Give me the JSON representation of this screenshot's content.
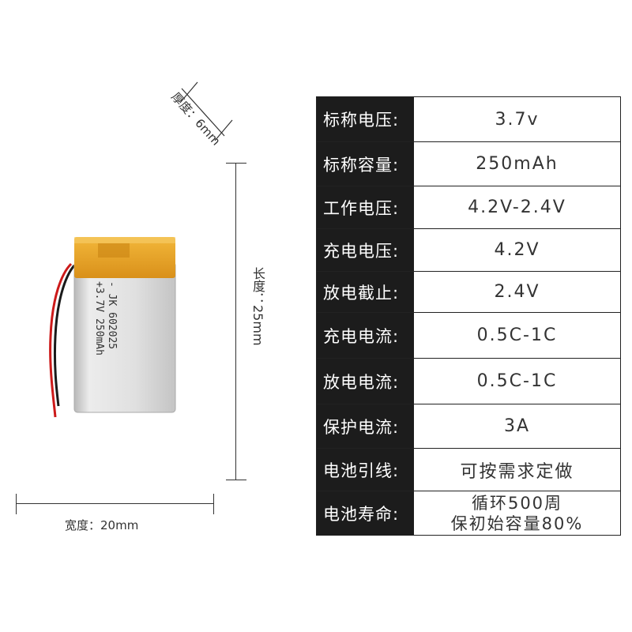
{
  "dimensions": {
    "thickness": "厚度：6mm",
    "length": "长度：25mm",
    "width": "宽度：20mm"
  },
  "battery": {
    "label_line1": "- JK 602025",
    "label_line2": "+3.7V 250mAh",
    "body_color": "#d8d8d8",
    "tape_color": "#e8a21a",
    "wire_red": "#cc1a1a",
    "wire_black": "#1a1a1a"
  },
  "specs": [
    {
      "key": "标称电压:",
      "value": "3.7v"
    },
    {
      "key": "标称容量:",
      "value": "250mAh"
    },
    {
      "key": "工作电压:",
      "value": "4.2V-2.4V"
    },
    {
      "key": "充电电压:",
      "value": "4.2V"
    },
    {
      "key": "放电截止:",
      "value": "2.4V"
    },
    {
      "key": "充电电流:",
      "value": "0.5C-1C"
    },
    {
      "key": "放电电流:",
      "value": "0.5C-1C"
    },
    {
      "key": "保护电流:",
      "value": "3A"
    },
    {
      "key": "电池引线:",
      "value": "可按需求定做"
    },
    {
      "key": "电池寿命:",
      "value_line1": "循环500周",
      "value_line2": "保初始容量80%"
    }
  ]
}
